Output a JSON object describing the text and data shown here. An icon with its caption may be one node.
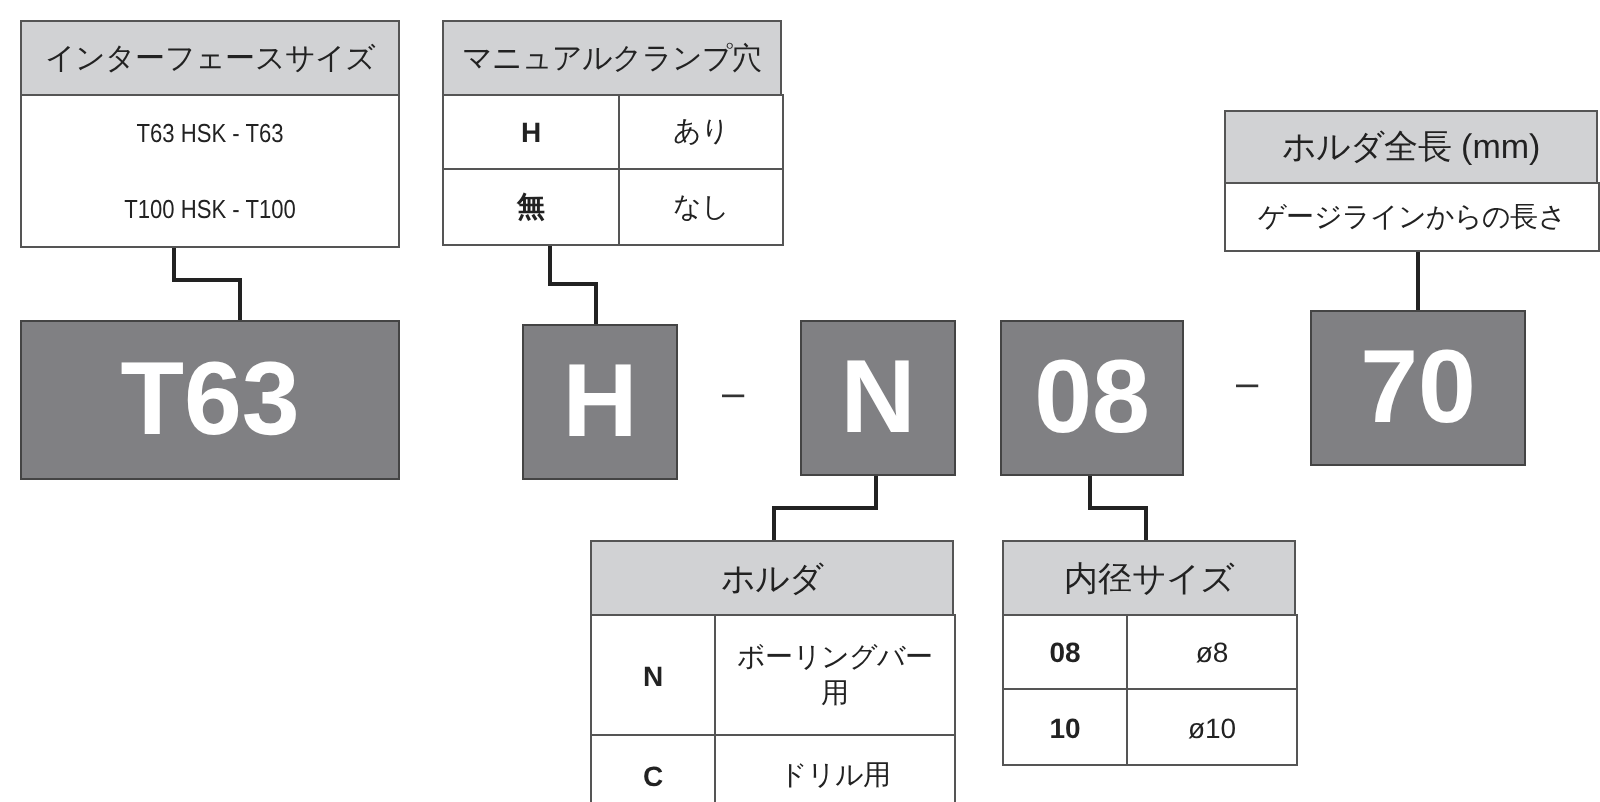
{
  "diagram": {
    "nodes": [
      {
        "text": [
          "インターフェースサイズ",
          "T63 HSK - T63",
          "T100 HSK - T100"
        ]
      },
      {
        "text": [
          "マニュアルクランプ穴",
          "H",
          "あり",
          "無",
          "なし"
        ]
      },
      {
        "text": [
          "ホルダ全長 (mm)",
          "ゲージラインからの長さ"
        ]
      },
      {
        "text": [
          "T63"
        ]
      },
      {
        "text": [
          "H"
        ]
      },
      {
        "text": [
          "N"
        ]
      },
      {
        "text": [
          "08"
        ]
      },
      {
        "text": [
          "70"
        ]
      },
      {
        "text": [
          "ホルダ",
          "N",
          "ボーリングバー用",
          "C",
          "ドリル用"
        ]
      },
      {
        "text": [
          "内径サイズ",
          "08",
          "ø8",
          "10",
          "ø10"
        ]
      }
    ],
    "edges": [
      {
        "from": 0,
        "to": 3,
        "arrow": "none"
      },
      {
        "from": 1,
        "to": 4,
        "arrow": "none"
      },
      {
        "from": 2,
        "to": 7,
        "arrow": "none"
      },
      {
        "from": 5,
        "to": 8,
        "arrow": "none"
      },
      {
        "from": 6,
        "to": 9,
        "arrow": "none"
      }
    ],
    "labels": [
      "–",
      "–"
    ]
  }
}
